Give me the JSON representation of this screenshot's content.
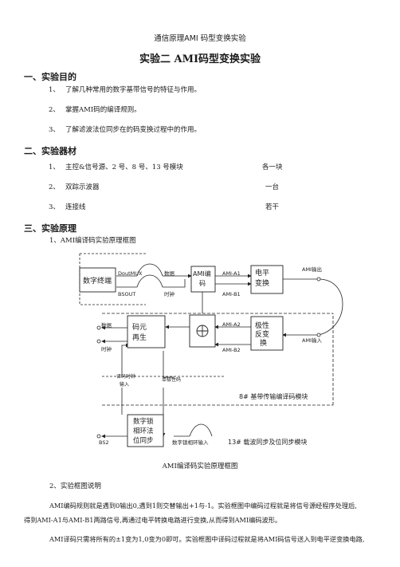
{
  "header": "通信原理AMI 码型变换实验",
  "title": "实验二  AMI码型变换实验",
  "sections": {
    "s1": "一、实验目的",
    "s2": "二、实验器材",
    "s3": "三、实验原理"
  },
  "purpose": [
    {
      "n": "1、",
      "t": "了解几种常用的数字基带信号的特征与作用。"
    },
    {
      "n": "2、",
      "t": "掌握AMI码的编译规则。"
    },
    {
      "n": "3、",
      "t": "了解滤波法位同步在的码变换过程中的作用。"
    }
  ],
  "equipment": [
    {
      "n": "1、",
      "t": "主控&信号源、2 号、8 号、13 号模块",
      "q": "各一块"
    },
    {
      "n": "2、",
      "t": "双踪示波器",
      "q": "一台"
    },
    {
      "n": "3、",
      "t": "连接线",
      "q": "若干"
    }
  ],
  "sub1": "1、AMI编译码实验原理框图",
  "diagram": {
    "terminal": "数字终端",
    "doutmux": "DoutMUX",
    "bsout": "BSOUT",
    "data_lbl": "数据",
    "clock_lbl": "时钟",
    "ami_enc_1": "AMI编",
    "ami_enc_2": "码",
    "ami_a1": "AMI-A1",
    "ami_b1": "AMI-B1",
    "level_1": "电平",
    "level_2": "变换",
    "ami_out": "AMI输出",
    "ami_in": "AMI输入",
    "regen_1": "码元",
    "regen_2": "再生",
    "data_l": "数据",
    "clock_l": "时钟",
    "ami_a2": "AMI-A2",
    "ami_b2": "AMI-B2",
    "pol_1": "极性",
    "pol_2": "反变",
    "pol_3": "换",
    "decode_clk_1": "译码时钟",
    "decode_clk_2": "输入",
    "unipolar": "单极性码",
    "module8": "8# 基带传输编译码模块",
    "pll_1": "数字锁",
    "pll_2": "相环法",
    "pll_3": "位同步",
    "bs2": "BS2",
    "pll_in": "数字锁相环输入",
    "module13": "13# 载波同步及位同步模块"
  },
  "caption": "AMI编译码实验原理框图",
  "sub2": "2、实验框图说明",
  "para1": "AMI编码规则就是遇到0输出0,遇到1则交替输出+1与-1。实验框图中编码过程就是将信号源经程序处理后,",
  "para2": "得到AMI-A1与AMI-B1两路信号,再通过电平转换电路进行变换,从而得到AMI编码波形。",
  "para3": "AMI译码只需将所有的±1变为1,0变为0即可。实验框图中译码过程就是将AMI码信号送入到电平逆变换电路,"
}
